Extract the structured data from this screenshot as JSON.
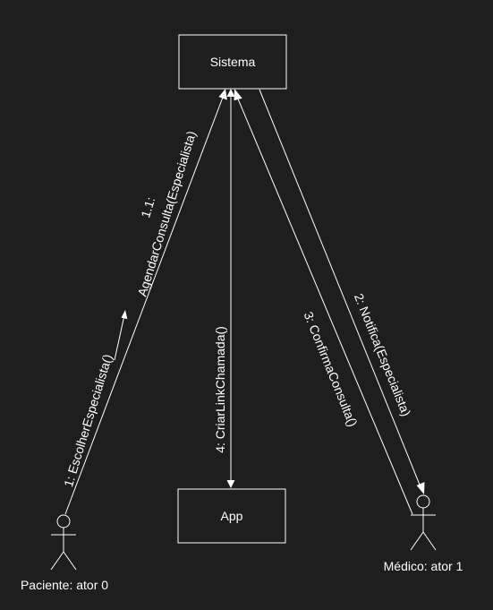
{
  "colors": {
    "background": "#1e1e1e",
    "stroke": "#ffffff",
    "text": "#ffffff"
  },
  "nodes": {
    "sistema": "Sistema",
    "app": "App"
  },
  "actors": {
    "paciente": "Paciente: ator 0",
    "medico": "Médico: ator 1"
  },
  "messages": {
    "m1": "1: EscolherEspecialista()",
    "m11_num": "1.1:",
    "m11_text": "AgendarConsulta(Especialista)",
    "m2": "2: Notifica(Especialista)",
    "m3": "3: ConfirmaConsulta()",
    "m4": "4: CriarLinkChamada()"
  }
}
